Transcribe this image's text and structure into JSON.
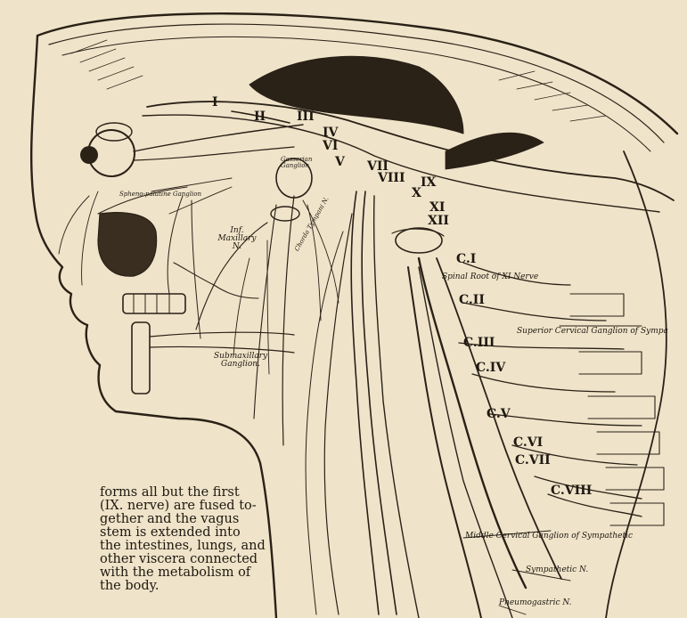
{
  "figure": {
    "cranial_labels": {
      "i": "I",
      "ii": "II",
      "iii": "III",
      "iv": "IV",
      "vi": "VI",
      "v": "V",
      "vii": "VII",
      "viii": "VIII",
      "ix": "IX",
      "x": "X",
      "xi": "XI",
      "xii": "XII"
    },
    "cervical_labels": {
      "c1": "C.I",
      "c2": "C.II",
      "c3": "C.III",
      "c4": "C.IV",
      "c5": "C.V",
      "c6": "C.VI",
      "c7": "C.VII",
      "c8": "C.VIII"
    },
    "annotations": {
      "spinal_root": "Spinal Root of XI Nerve",
      "superior_cervical": "Superior Cervical Ganglion of Sympa",
      "middle_cervical": "Middle Cervical Ganglion of Sympathetic",
      "sympathetic": "Sympathetic N.",
      "pneumogastric": "Pneumogastric N.",
      "inf_maxillary": "Inf. Maxillary N.",
      "submaxillary": "Submaxillary Ganglion.",
      "spheno_palatine": "Spheno-palatine Ganglion",
      "gasserian": "Gasserian Ganglion",
      "chorda_tympani": "Chorda Tympani N."
    }
  },
  "body_text": {
    "lines": [
      "forms all but the first",
      "(IX. nerve) are fused to-",
      "gether and the vagus",
      "stem is extended into",
      "the intestines, lungs, and",
      "other viscera connected",
      "with the metabolism of",
      "the body."
    ]
  }
}
